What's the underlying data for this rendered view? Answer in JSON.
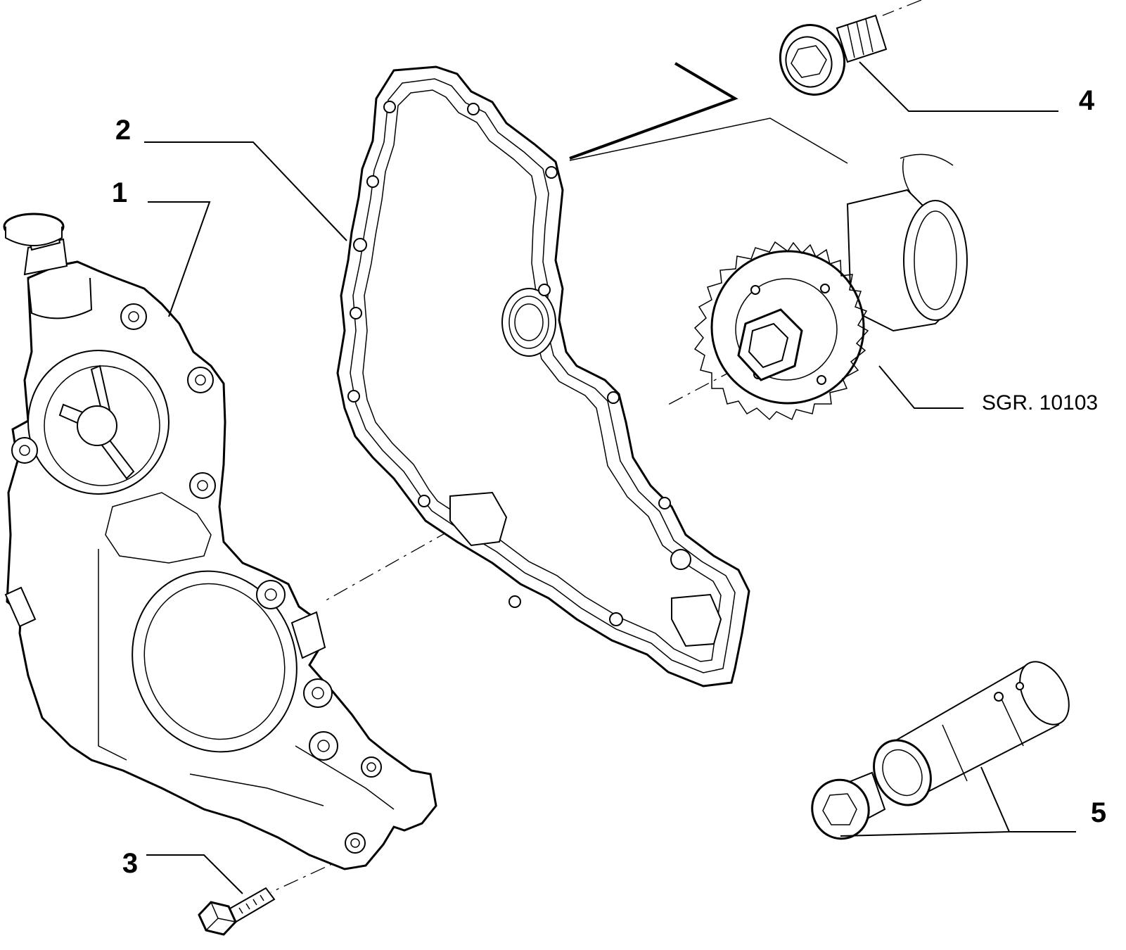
{
  "colors": {
    "line": "#000000",
    "background": "#ffffff"
  },
  "callouts": [
    {
      "id": "1",
      "label": "1"
    },
    {
      "id": "2",
      "label": "2"
    },
    {
      "id": "3",
      "label": "3"
    },
    {
      "id": "4",
      "label": "4"
    },
    {
      "id": "5",
      "label": "5"
    }
  ],
  "reference": {
    "label": "SGR. 10103"
  }
}
